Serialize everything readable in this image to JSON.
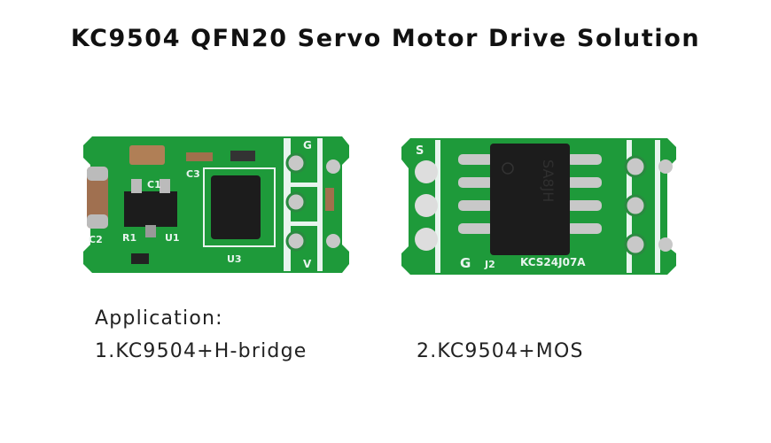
{
  "title": "KC9504 QFN20 Servo Motor Drive Solution",
  "application": {
    "heading": "Application:",
    "items": [
      "1.KC9504+H-bridge",
      "2.KC9504+MOS"
    ]
  },
  "board1": {
    "labels": {
      "g": "G",
      "v": "V",
      "c1": "C1",
      "r1": "R1",
      "u1": "U1",
      "c2": "C2",
      "c3": "C3",
      "u3": "U3"
    }
  },
  "board2": {
    "labels": {
      "s": "S",
      "g": "G",
      "j2": "J2",
      "code": "KCS24J07A",
      "chip": "SA8JH"
    }
  },
  "colors": {
    "pcb": "#1e9a3a",
    "silk": "#e8f4ee",
    "chip": "#1c1c1c",
    "pad": "#c8c8c8"
  }
}
